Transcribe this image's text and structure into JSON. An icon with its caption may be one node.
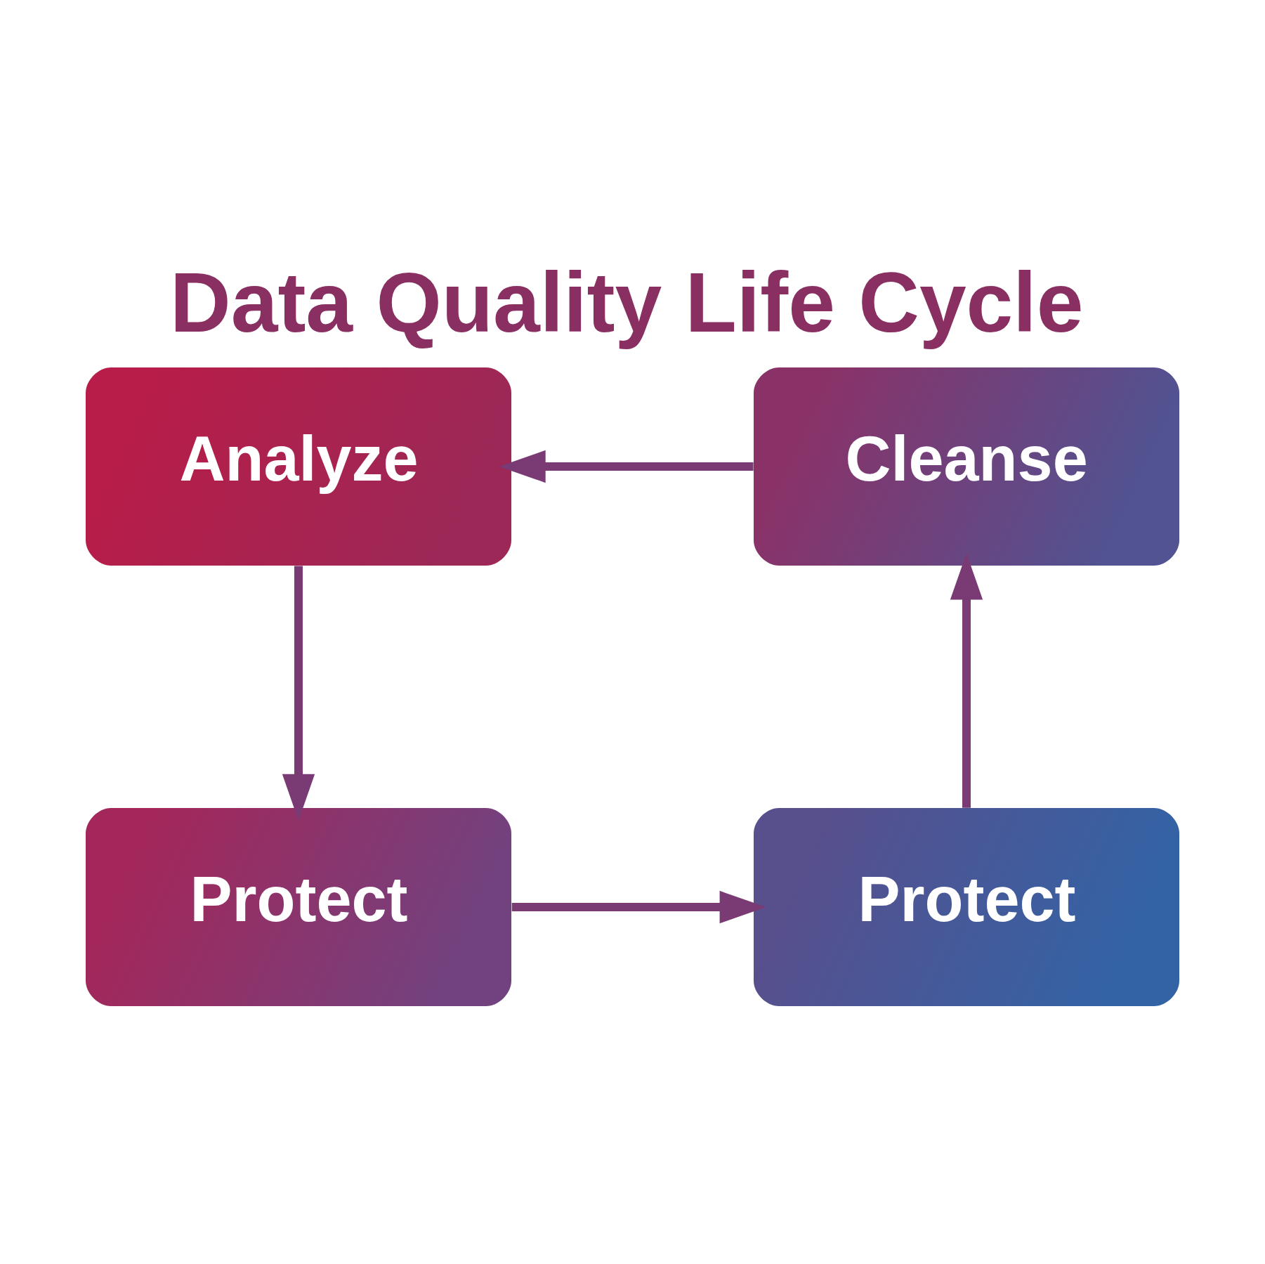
{
  "diagram": {
    "title": "Data Quality Life Cycle",
    "nodes": [
      {
        "text": [
          "Analyze"
        ]
      },
      {
        "text": [
          "Cleanse"
        ]
      },
      {
        "text": [
          "Protect"
        ]
      },
      {
        "text": [
          "Protect"
        ]
      }
    ],
    "edges": [
      {
        "from": 0,
        "to": 2,
        "arrow": "to"
      },
      {
        "from": 2,
        "to": 3,
        "arrow": "to"
      },
      {
        "from": 3,
        "to": 1,
        "arrow": "to"
      },
      {
        "from": 1,
        "to": 0,
        "arrow": "to"
      }
    ]
  }
}
